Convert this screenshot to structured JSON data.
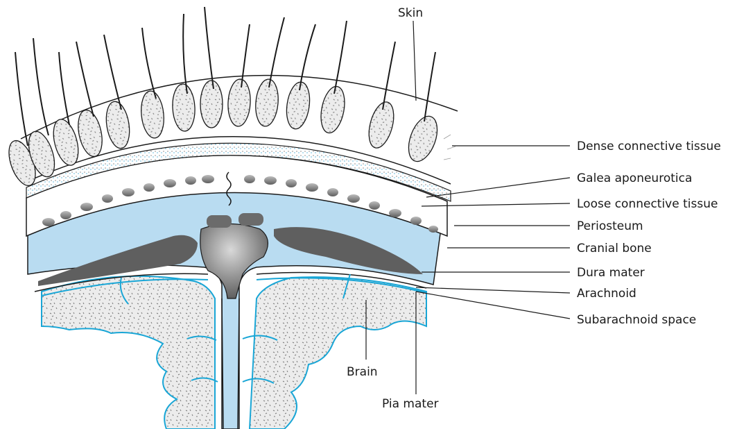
{
  "colors": {
    "dura_blue": "#b9dcf1",
    "line_blue": "#19a6d6",
    "bone_gray": "#6b6b6b",
    "outline": "#1a1a1a",
    "background": "#ffffff"
  },
  "labels": {
    "skin": "Skin",
    "dense_connective_tissue": "Dense connective tissue",
    "galea_aponeurotica": "Galea aponeurotica",
    "loose_connective_tissue": "Loose connective tissue",
    "periosteum": "Periosteum",
    "cranial_bone": "Cranial bone",
    "dura_mater": "Dura mater",
    "arachnoid": "Arachnoid",
    "subarachnoid_space": "Subarachnoid space",
    "brain": "Brain",
    "pia_mater": "Pia mater"
  }
}
